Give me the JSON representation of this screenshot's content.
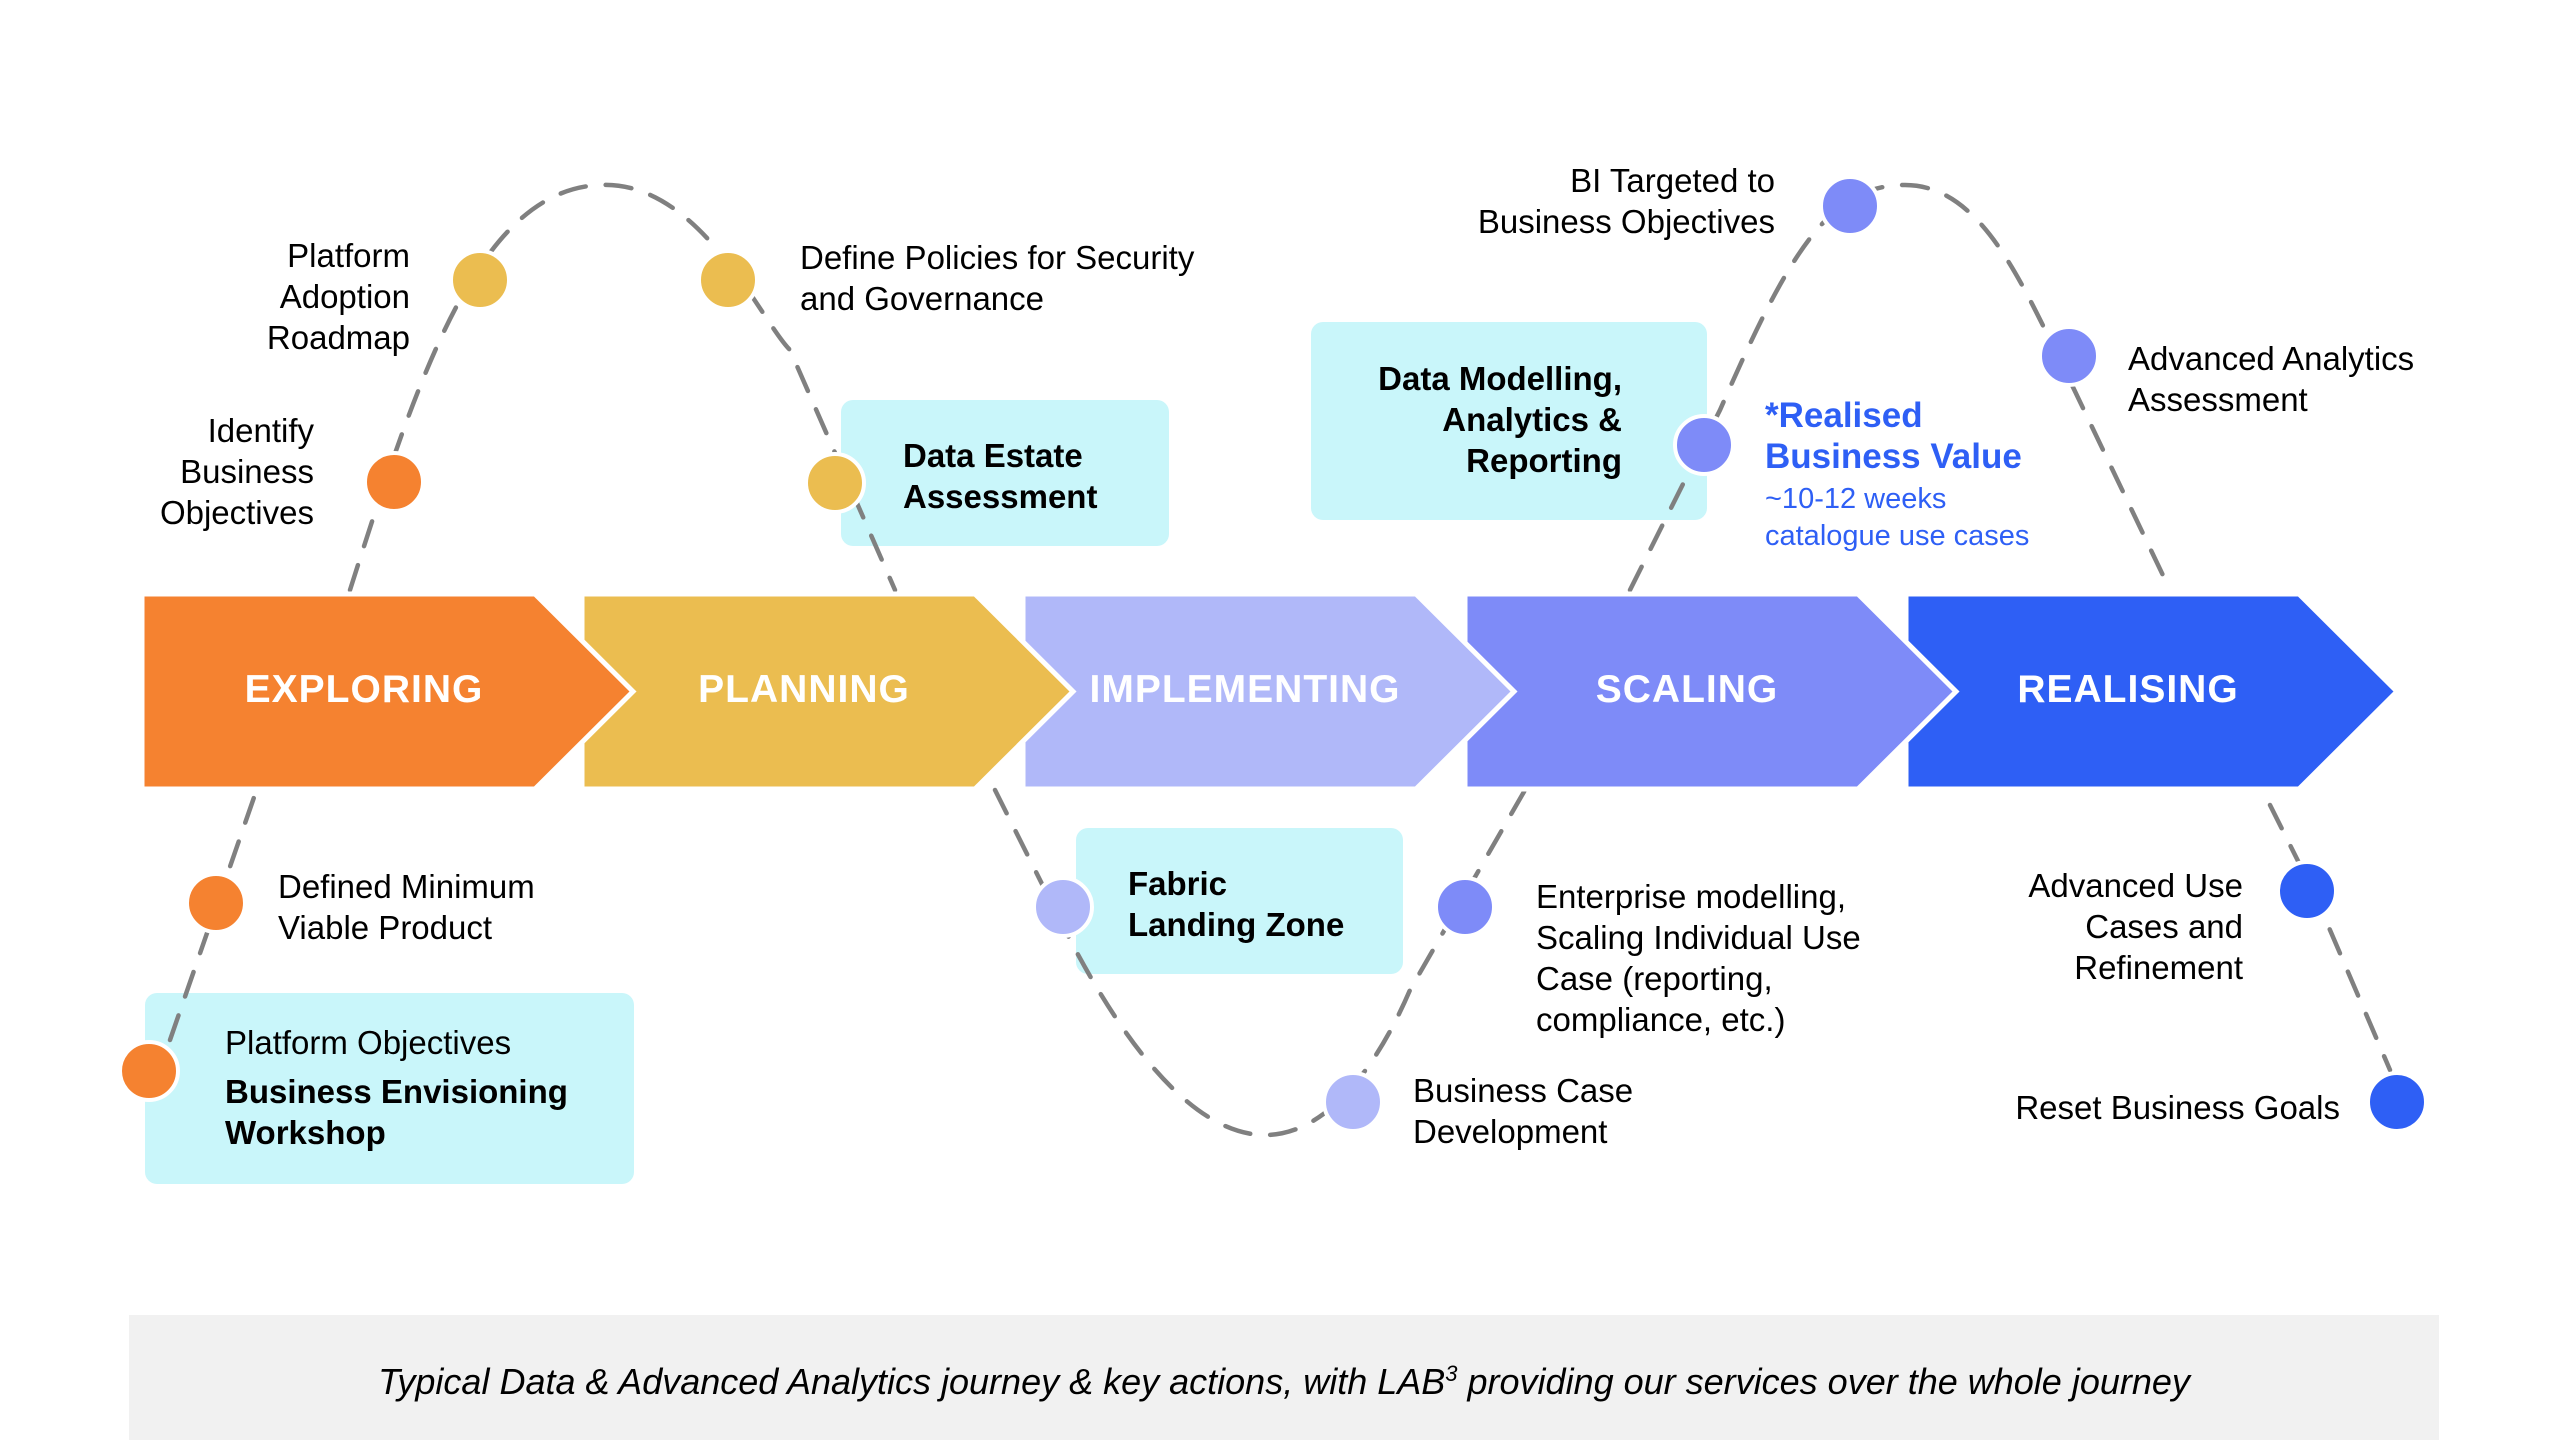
{
  "colors": {
    "exploring": "#f58230",
    "planning": "#ebbd50",
    "implementing": "#b0b8f9",
    "scaling": "#7e8bf8",
    "realising": "#2e5ff5",
    "highlight_box": "#c9f6fa",
    "dash_line": "#808080",
    "accent_text": "#2e5ff5",
    "caption_bg": "#f1f1f1"
  },
  "phases": [
    {
      "id": "exploring",
      "label": "EXPLORING"
    },
    {
      "id": "planning",
      "label": "PLANNING"
    },
    {
      "id": "implementing",
      "label": "IMPLEMENTING"
    },
    {
      "id": "scaling",
      "label": "SCALING"
    },
    {
      "id": "realising",
      "label": "REALISING"
    }
  ],
  "milestones": {
    "identify_business_objectives": {
      "lines": [
        "Identify",
        "Business",
        "Objectives"
      ],
      "phase": "exploring"
    },
    "platform_adoption_roadmap": {
      "lines": [
        "Platform",
        "Adoption",
        "Roadmap"
      ],
      "phase": "planning"
    },
    "define_policies": {
      "lines": [
        "Define Policies for Security",
        "and Governance"
      ],
      "phase": "planning"
    },
    "data_estate_assessment": {
      "lines": [
        "Data Estate",
        "Assessment"
      ],
      "phase": "planning",
      "highlighted": true
    },
    "defined_mvp": {
      "lines": [
        "Defined Minimum",
        "Viable Product"
      ],
      "phase": "exploring"
    },
    "business_envisioning": {
      "pre": "Platform Objectives",
      "lines": [
        "Business Envisioning",
        "Workshop"
      ],
      "phase": "exploring",
      "highlighted": true
    },
    "fabric_landing_zone": {
      "lines": [
        "Fabric",
        "Landing Zone"
      ],
      "phase": "implementing",
      "highlighted": true
    },
    "business_case_development": {
      "lines": [
        "Business Case",
        "Development"
      ],
      "phase": "implementing"
    },
    "enterprise_modelling": {
      "lines": [
        "Enterprise modelling,",
        "Scaling Individual Use",
        "Case (reporting,",
        "compliance, etc.)"
      ],
      "phase": "scaling"
    },
    "data_modelling": {
      "lines": [
        "Data Modelling,",
        "Analytics &",
        "Reporting"
      ],
      "phase": "scaling",
      "highlighted": true
    },
    "bi_targeted": {
      "lines": [
        "BI Targeted to",
        "Business Objectives"
      ],
      "phase": "scaling"
    },
    "advanced_analytics_assessment": {
      "lines": [
        "Advanced Analytics",
        "Assessment"
      ],
      "phase": "scaling"
    },
    "advanced_use_cases": {
      "lines": [
        "Advanced Use",
        "Cases and",
        "Refinement"
      ],
      "phase": "realising"
    },
    "reset_business_goals": {
      "lines": [
        "Reset Business Goals"
      ],
      "phase": "realising"
    }
  },
  "realised_value": {
    "title_lines": [
      "*Realised",
      "Business Value"
    ],
    "detail_lines": [
      "~10-12 weeks",
      "catalogue use cases"
    ]
  },
  "caption": {
    "before": "Typical Data & Advanced Analytics journey & key actions, with LAB",
    "superscript": "3",
    "after": " providing our services over the whole journey"
  }
}
